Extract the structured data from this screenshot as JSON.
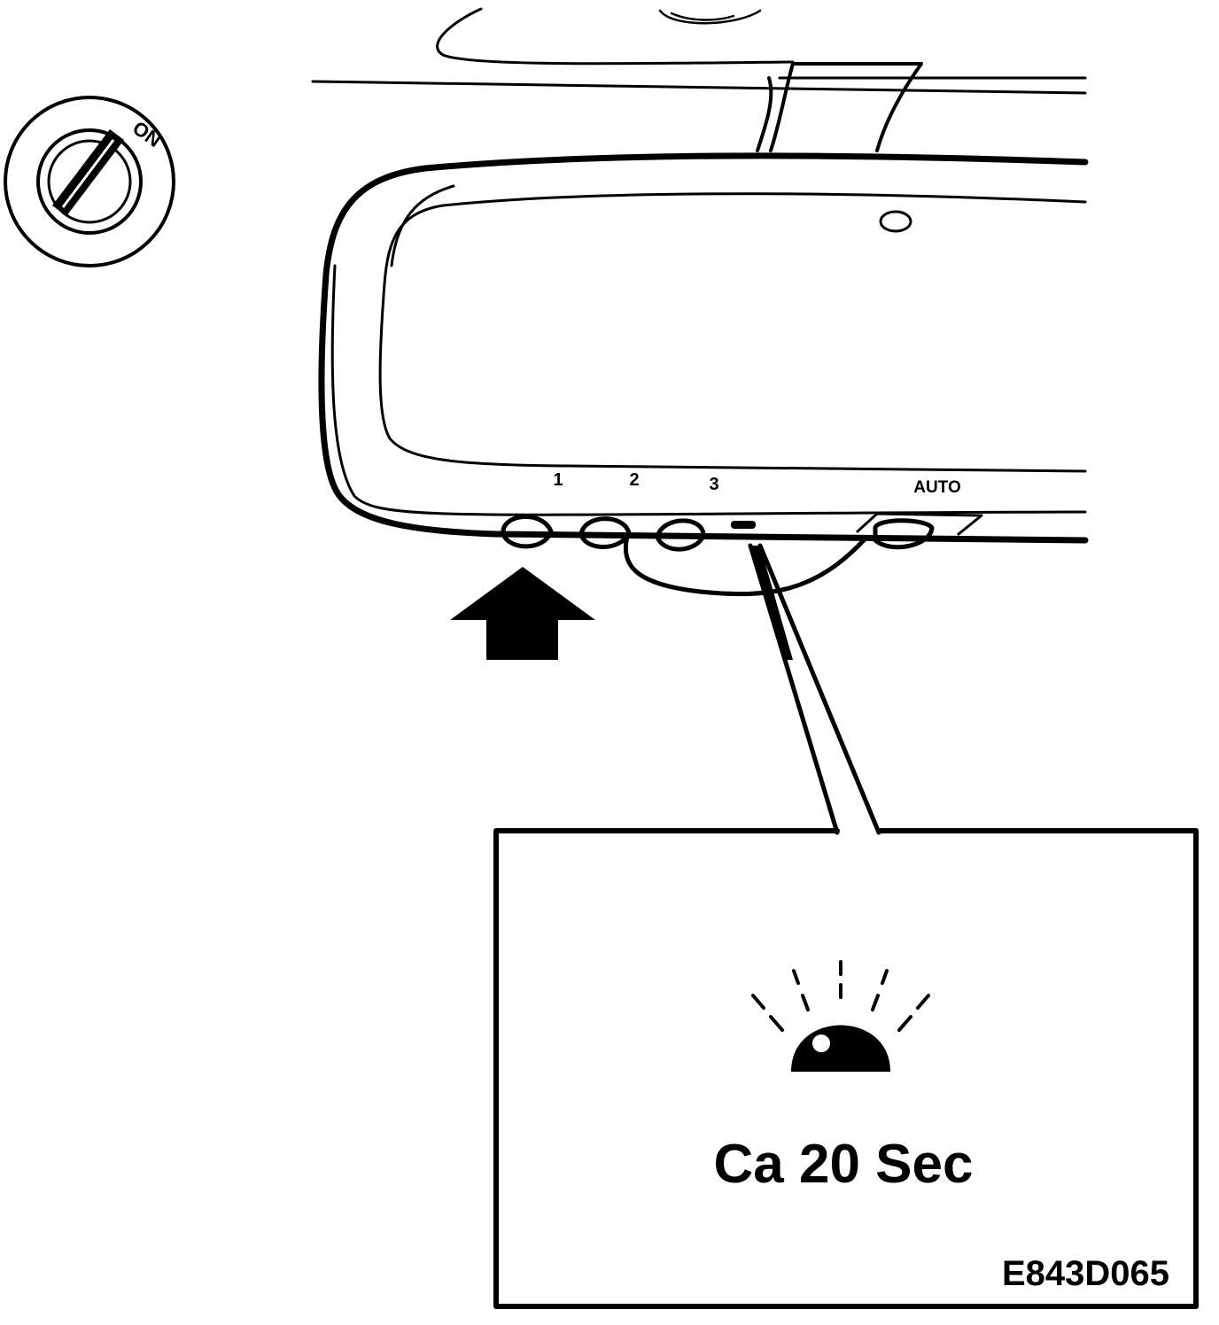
{
  "ignition": {
    "label": "ON",
    "icon": "ignition-key-icon"
  },
  "mirror": {
    "buttons": [
      {
        "label": "1",
        "icon": "button-1"
      },
      {
        "label": "2",
        "icon": "button-2"
      },
      {
        "label": "3",
        "icon": "button-3"
      }
    ],
    "auto_label": "AUTO",
    "indicator_icon": "led-indicator-icon"
  },
  "press_arrow_icon": "arrow-up-icon",
  "callout": {
    "icon": "flashing-lamp-icon",
    "duration_text": "Ca 20 Sec",
    "figure_code": "E843D065"
  },
  "colors": {
    "ink": "#000000",
    "paper": "#ffffff"
  }
}
